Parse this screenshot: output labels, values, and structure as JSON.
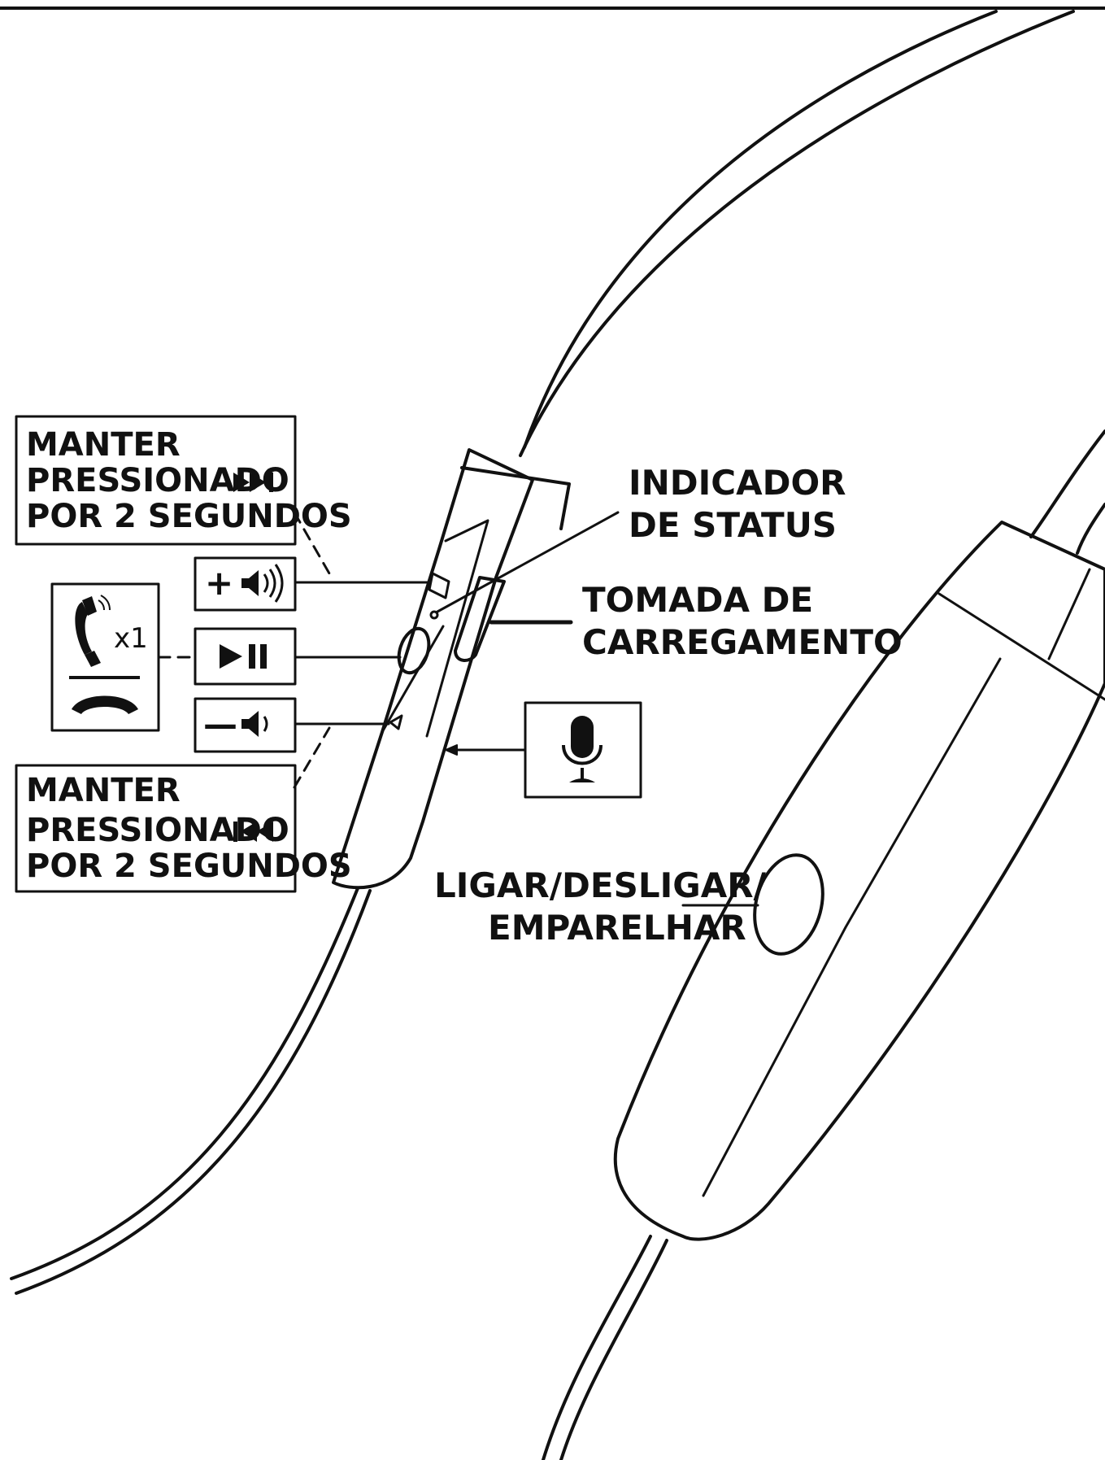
{
  "diagram": {
    "colors": {
      "line": "#111111",
      "background": "#ffffff"
    },
    "next_track_box": {
      "lines": [
        "MANTER",
        "PRESSIONADO",
        "POR 2 SEGUNDOS"
      ],
      "icon": "next-track-icon"
    },
    "prev_track_box": {
      "lines": [
        "MANTER",
        "PRESSIONADO",
        "POR 2 SEGUNDOS"
      ],
      "icon": "previous-track-icon"
    },
    "volume_up_button": {
      "sign": "+",
      "icon": "speaker-loud-icon"
    },
    "play_pause_button": {
      "icon": "play-pause-icon"
    },
    "volume_down_button": {
      "sign": "—",
      "icon": "speaker-quiet-icon"
    },
    "call_box": {
      "count": "x1",
      "icons": [
        "phone-answer-icon",
        "phone-hangup-icon"
      ]
    },
    "microphone_box": {
      "icon": "microphone-icon"
    },
    "labels": {
      "status_indicator": [
        "INDICADOR",
        "DE STATUS"
      ],
      "charging_port": [
        "TOMADA DE",
        "CARREGAMENTO"
      ],
      "power_pair": [
        "LIGAR/DESLIGAR/",
        "EMPARELHAR"
      ]
    }
  }
}
